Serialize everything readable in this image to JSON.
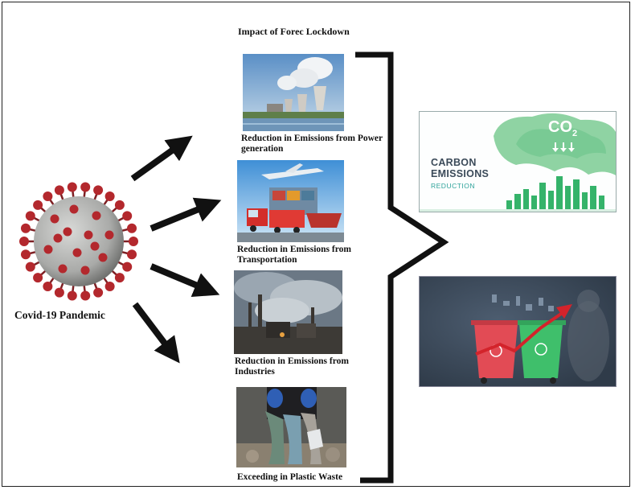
{
  "diagram": {
    "title": "Impact of Forec Lockdown",
    "source": "Covid-19 Pandemic",
    "impacts": [
      {
        "label": "Reduction in Emissions from Power generation",
        "photo": "power-plant-photo"
      },
      {
        "label": "Reduction in Emissions from Transportation",
        "photo": "transportation-photo"
      },
      {
        "label": "Reduction in Emissions from Industries",
        "photo": "industry-smoke-photo"
      },
      {
        "label": "Exceeding in Plastic Waste",
        "photo": "plastic-masks-photo"
      }
    ],
    "outcomes": {
      "carbon": {
        "line1": "CARBON",
        "line2": "EMISSIONS",
        "sub": "REDUCTION",
        "co2": "CO"
      },
      "waste": {
        "icon": "waste-bins-rising-arrow-icon"
      }
    }
  },
  "colors": {
    "virus_body": "#a9aaa8",
    "virus_spike": "#b3282d",
    "arrow": "#111111",
    "carbon_green": "#35b36a",
    "waste_bg": "#3c4b5c",
    "bin_red": "#e24b55",
    "bin_green": "#3fbf6b"
  }
}
